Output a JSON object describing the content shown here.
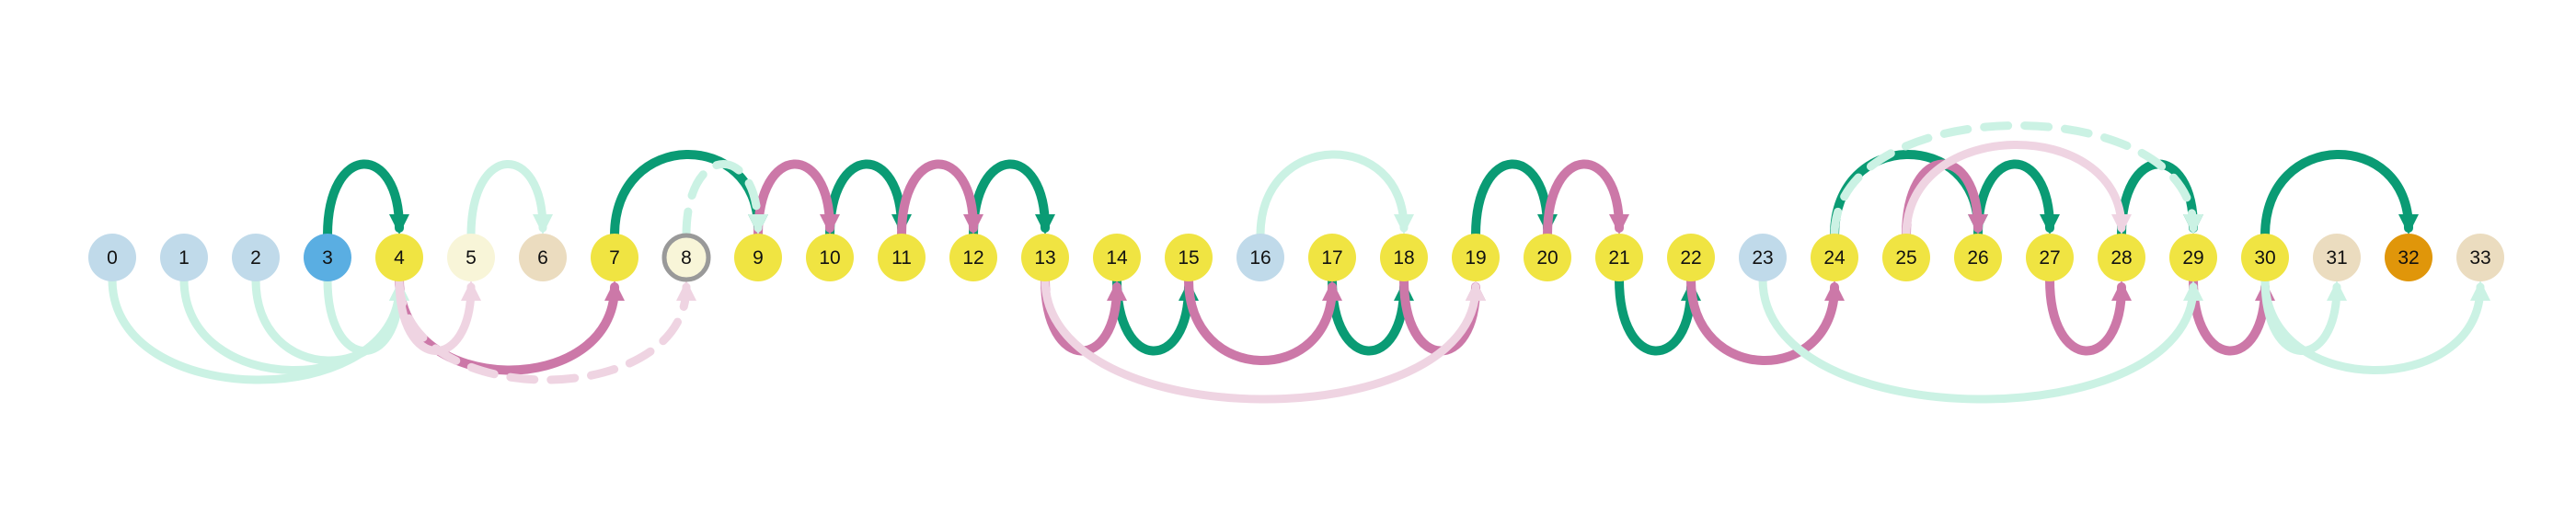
{
  "diagram": {
    "type": "arc-diagram",
    "colors": {
      "green": "#0a9b74",
      "pink": "#cc78a8",
      "mint": "#cbf2e4",
      "pink_light": "#efd4e2",
      "node_light_blue": "#c0daea",
      "node_blue": "#5aaee2",
      "node_yellow": "#f0e442",
      "node_cream": "#f8f5d8",
      "node_beige": "#ebdcbf",
      "node_orange": "#e0960a",
      "node_outline": "#999999",
      "label": "#111111"
    },
    "nodes": [
      {
        "label": "0",
        "fill": "node_light_blue"
      },
      {
        "label": "1",
        "fill": "node_light_blue"
      },
      {
        "label": "2",
        "fill": "node_light_blue"
      },
      {
        "label": "3",
        "fill": "node_blue"
      },
      {
        "label": "4",
        "fill": "node_yellow"
      },
      {
        "label": "5",
        "fill": "node_cream"
      },
      {
        "label": "6",
        "fill": "node_beige"
      },
      {
        "label": "7",
        "fill": "node_yellow"
      },
      {
        "label": "8",
        "fill": "node_cream",
        "outlined": true
      },
      {
        "label": "9",
        "fill": "node_yellow"
      },
      {
        "label": "10",
        "fill": "node_yellow"
      },
      {
        "label": "11",
        "fill": "node_yellow"
      },
      {
        "label": "12",
        "fill": "node_yellow"
      },
      {
        "label": "13",
        "fill": "node_yellow"
      },
      {
        "label": "14",
        "fill": "node_yellow"
      },
      {
        "label": "15",
        "fill": "node_yellow"
      },
      {
        "label": "16",
        "fill": "node_light_blue"
      },
      {
        "label": "17",
        "fill": "node_yellow"
      },
      {
        "label": "18",
        "fill": "node_yellow"
      },
      {
        "label": "19",
        "fill": "node_yellow"
      },
      {
        "label": "20",
        "fill": "node_yellow"
      },
      {
        "label": "21",
        "fill": "node_yellow"
      },
      {
        "label": "22",
        "fill": "node_yellow"
      },
      {
        "label": "23",
        "fill": "node_light_blue"
      },
      {
        "label": "24",
        "fill": "node_yellow"
      },
      {
        "label": "25",
        "fill": "node_yellow"
      },
      {
        "label": "26",
        "fill": "node_yellow"
      },
      {
        "label": "27",
        "fill": "node_yellow"
      },
      {
        "label": "28",
        "fill": "node_yellow"
      },
      {
        "label": "29",
        "fill": "node_yellow"
      },
      {
        "label": "30",
        "fill": "node_yellow"
      },
      {
        "label": "31",
        "fill": "node_beige"
      },
      {
        "label": "32",
        "fill": "node_orange"
      },
      {
        "label": "33",
        "fill": "node_beige"
      }
    ],
    "edges": [
      {
        "from": 3,
        "to": 4,
        "color": "green",
        "side": "above",
        "style": "solid"
      },
      {
        "from": 7,
        "to": 9,
        "color": "green",
        "side": "above",
        "style": "solid"
      },
      {
        "from": 10,
        "to": 11,
        "color": "green",
        "side": "above",
        "style": "solid"
      },
      {
        "from": 12,
        "to": 13,
        "color": "green",
        "side": "above",
        "style": "solid"
      },
      {
        "from": 19,
        "to": 20,
        "color": "green",
        "side": "above",
        "style": "solid"
      },
      {
        "from": 24,
        "to": 26,
        "color": "green",
        "side": "above",
        "style": "solid"
      },
      {
        "from": 26,
        "to": 27,
        "color": "green",
        "side": "above",
        "style": "solid"
      },
      {
        "from": 28,
        "to": 29,
        "color": "green",
        "side": "above",
        "style": "solid"
      },
      {
        "from": 30,
        "to": 32,
        "color": "green",
        "side": "above",
        "style": "solid"
      },
      {
        "from": 9,
        "to": 10,
        "color": "pink",
        "side": "above",
        "style": "solid"
      },
      {
        "from": 11,
        "to": 12,
        "color": "pink",
        "side": "above",
        "style": "solid"
      },
      {
        "from": 20,
        "to": 21,
        "color": "pink",
        "side": "above",
        "style": "solid"
      },
      {
        "from": 25,
        "to": 26,
        "color": "pink",
        "side": "above",
        "style": "solid"
      },
      {
        "from": 5,
        "to": 6,
        "color": "mint",
        "side": "above",
        "style": "solid"
      },
      {
        "from": 16,
        "to": 18,
        "color": "mint",
        "side": "above",
        "style": "solid"
      },
      {
        "from": 8,
        "to": 9,
        "color": "mint",
        "side": "above",
        "style": "dashed"
      },
      {
        "from": 24,
        "to": 29,
        "color": "mint",
        "side": "above",
        "style": "dashed"
      },
      {
        "from": 25,
        "to": 28,
        "color": "pink_light",
        "side": "above",
        "style": "solid"
      },
      {
        "from": 14,
        "to": 15,
        "color": "green",
        "side": "below",
        "style": "solid"
      },
      {
        "from": 17,
        "to": 18,
        "color": "green",
        "side": "below",
        "style": "solid"
      },
      {
        "from": 21,
        "to": 22,
        "color": "green",
        "side": "below",
        "style": "solid"
      },
      {
        "from": 4,
        "to": 7,
        "color": "pink",
        "side": "below",
        "style": "solid"
      },
      {
        "from": 13,
        "to": 14,
        "color": "pink",
        "side": "below",
        "style": "solid"
      },
      {
        "from": 15,
        "to": 17,
        "color": "pink",
        "side": "below",
        "style": "solid"
      },
      {
        "from": 18,
        "to": 19,
        "color": "pink",
        "side": "below",
        "style": "solid"
      },
      {
        "from": 22,
        "to": 24,
        "color": "pink",
        "side": "below",
        "style": "solid"
      },
      {
        "from": 27,
        "to": 28,
        "color": "pink",
        "side": "below",
        "style": "solid"
      },
      {
        "from": 29,
        "to": 30,
        "color": "pink",
        "side": "below",
        "style": "solid"
      },
      {
        "from": 0,
        "to": 4,
        "color": "mint",
        "side": "below",
        "style": "solid"
      },
      {
        "from": 1,
        "to": 4,
        "color": "mint",
        "side": "below",
        "style": "solid"
      },
      {
        "from": 2,
        "to": 4,
        "color": "mint",
        "side": "below",
        "style": "solid"
      },
      {
        "from": 3,
        "to": 4,
        "color": "mint",
        "side": "below",
        "style": "solid"
      },
      {
        "from": 23,
        "to": 29,
        "color": "mint",
        "side": "below",
        "style": "solid"
      },
      {
        "from": 30,
        "to": 31,
        "color": "mint",
        "side": "below",
        "style": "solid"
      },
      {
        "from": 30,
        "to": 33,
        "color": "mint",
        "side": "below",
        "style": "solid"
      },
      {
        "from": 4,
        "to": 5,
        "color": "pink_light",
        "side": "below",
        "style": "solid"
      },
      {
        "from": 13,
        "to": 19,
        "color": "pink_light",
        "side": "below",
        "style": "solid"
      },
      {
        "from": 4,
        "to": 8,
        "color": "pink_light",
        "side": "below",
        "style": "dashed"
      }
    ]
  }
}
